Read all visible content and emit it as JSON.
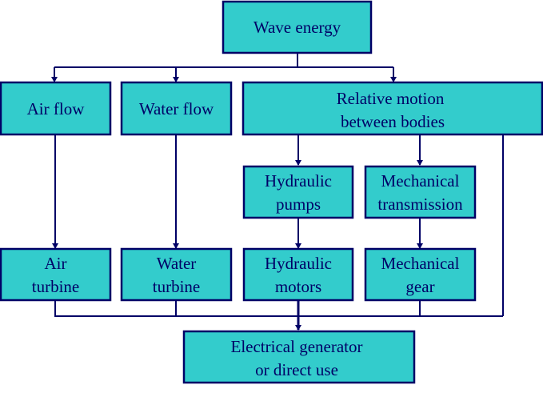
{
  "colors": {
    "box_fill": "#33cccc",
    "line": "#000066",
    "text": "#000066"
  },
  "nodes": {
    "wave_energy": [
      "Wave energy"
    ],
    "air_flow": [
      "Air flow"
    ],
    "water_flow": [
      "Water flow"
    ],
    "relative_motion": [
      "Relative motion",
      "between bodies"
    ],
    "hydraulic_pumps": [
      "Hydraulic",
      "pumps"
    ],
    "mechanical_transmission": [
      "Mechanical",
      "transmission"
    ],
    "air_turbine": [
      "Air",
      "turbine"
    ],
    "water_turbine": [
      "Water",
      "turbine"
    ],
    "hydraulic_motors": [
      "Hydraulic",
      "motors"
    ],
    "mechanical_gear": [
      "Mechanical",
      "gear"
    ],
    "electrical_generator": [
      "Electrical generator",
      "or direct use"
    ]
  },
  "edges": [
    [
      "wave_energy",
      "air_flow"
    ],
    [
      "wave_energy",
      "water_flow"
    ],
    [
      "wave_energy",
      "relative_motion"
    ],
    [
      "air_flow",
      "air_turbine"
    ],
    [
      "water_flow",
      "water_turbine"
    ],
    [
      "relative_motion",
      "hydraulic_pumps"
    ],
    [
      "relative_motion",
      "mechanical_transmission"
    ],
    [
      "hydraulic_pumps",
      "hydraulic_motors"
    ],
    [
      "mechanical_transmission",
      "mechanical_gear"
    ],
    [
      "air_turbine",
      "electrical_generator"
    ],
    [
      "water_turbine",
      "electrical_generator"
    ],
    [
      "hydraulic_motors",
      "electrical_generator"
    ],
    [
      "mechanical_gear",
      "electrical_generator"
    ],
    [
      "relative_motion",
      "electrical_generator"
    ]
  ]
}
